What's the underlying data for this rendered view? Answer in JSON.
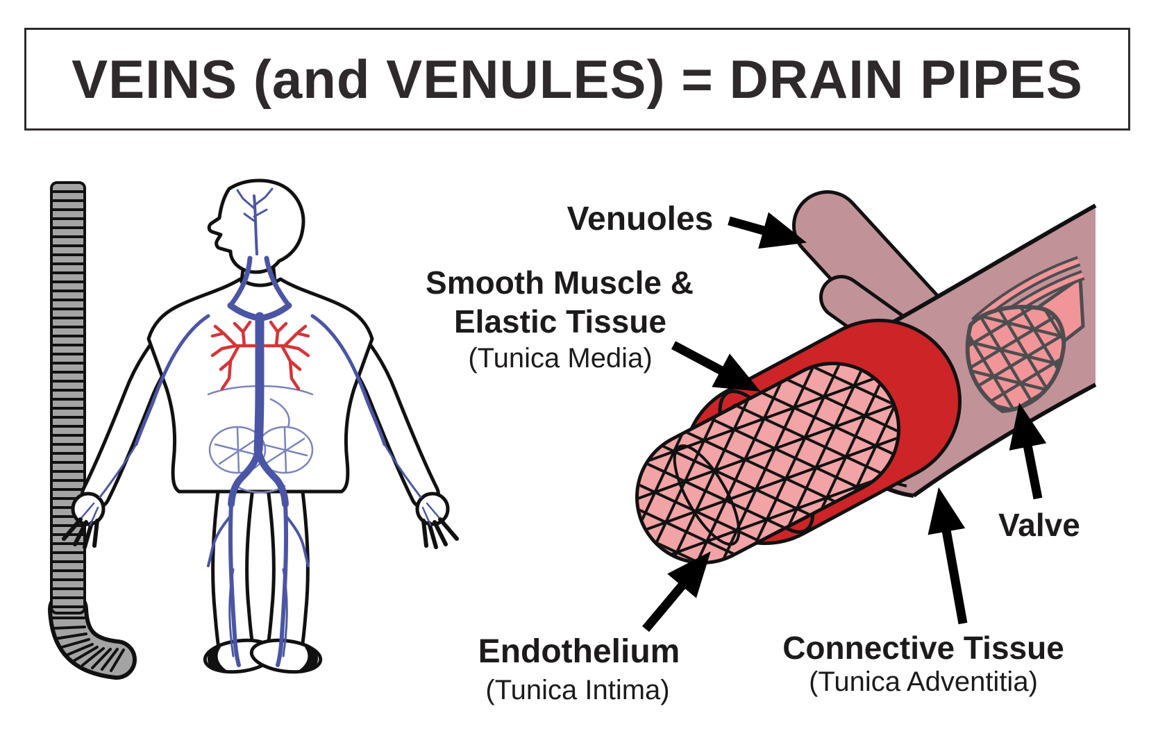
{
  "title": "VEINS (and VENULES) = DRAIN PIPES",
  "labels": {
    "venuoles": "Venuoles",
    "smooth_muscle_line1": "Smooth Muscle &",
    "smooth_muscle_line2": "Elastic Tissue",
    "smooth_muscle_sub": "(Tunica Media)",
    "endothelium": "Endothelium",
    "endothelium_sub": "(Tunica Intima)",
    "connective": "Connective Tissue",
    "connective_sub": "(Tunica Adventitia)",
    "valve": "Valve"
  },
  "colors": {
    "ink": "#1d1a1b",
    "title_text": "#2e2a2b",
    "tunica_adventitia_mauve": "#c29299",
    "tunica_media_red": "#cd2427",
    "tunica_intima_pink": "#f2a3a5",
    "valve_pink": "#f19599",
    "valve_outline_gray": "#4d4d4f",
    "vein_blue": "#4b55a5",
    "capillary_red": "#d63438",
    "pipe_gray": "#a4a4a4"
  }
}
